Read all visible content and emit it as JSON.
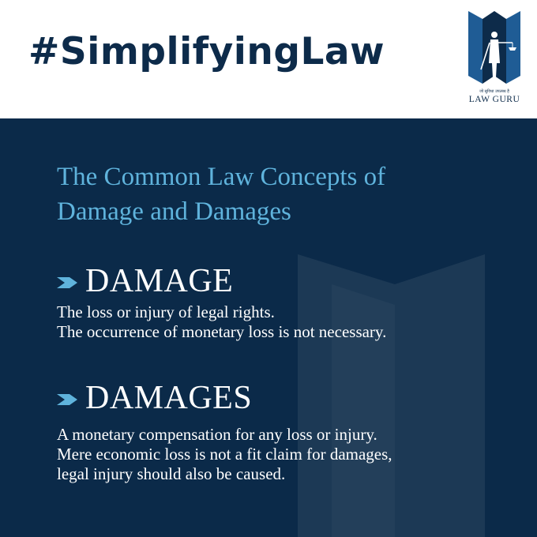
{
  "header": {
    "hashtag": "#SimplifyingLaw",
    "logo": {
      "tagline": "जो सुविधा उपलब्ध है",
      "name": "LAW GURU",
      "icon": "justice-statue-icon"
    }
  },
  "main": {
    "heading_line1": "The Common Law Concepts of",
    "heading_line2": "Damage and Damages",
    "sections": [
      {
        "title": "DAMAGE",
        "lines": [
          "The loss or injury of legal rights.",
          "The occurrence of monetary loss is not necessary."
        ]
      },
      {
        "title": "DAMAGES",
        "lines": [
          "A monetary compensation for any loss or injury.",
          "Mere economic loss is not a fit claim for damages,",
          "legal injury should also be caused."
        ]
      }
    ]
  },
  "colors": {
    "navy": "#0b2a49",
    "heading_blue": "#5fb3dc",
    "white": "#ffffff",
    "chevron": "#5fb3dc"
  }
}
